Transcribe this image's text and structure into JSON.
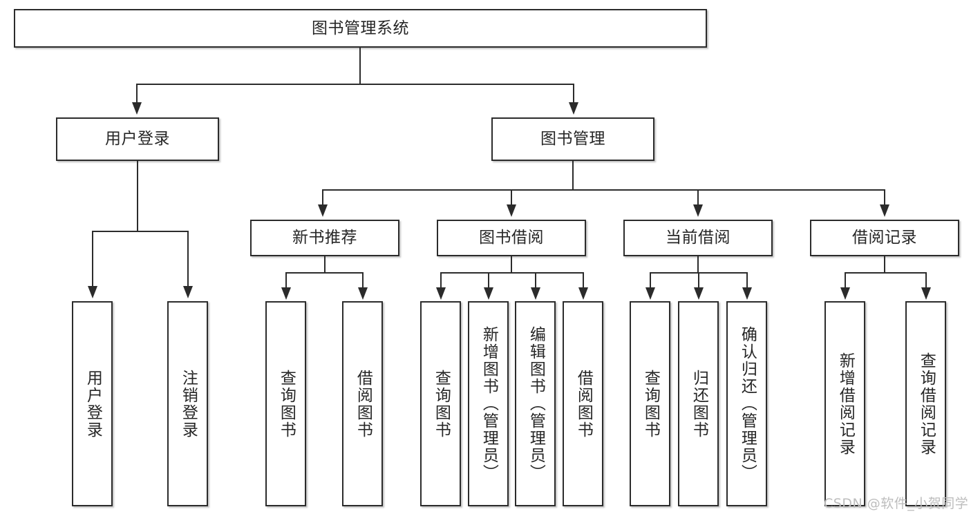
{
  "diagram": {
    "title": "图书管理系统",
    "type": "hierarchy-tree",
    "root": {
      "id": "root",
      "label": "图书管理系统"
    },
    "level2": [
      {
        "id": "user-login",
        "label": "用户登录"
      },
      {
        "id": "book-management",
        "label": "图书管理"
      }
    ],
    "level3": [
      {
        "id": "new-book-recommend",
        "label": "新书推荐"
      },
      {
        "id": "book-borrow",
        "label": "图书借阅"
      },
      {
        "id": "current-borrow",
        "label": "当前借阅"
      },
      {
        "id": "borrow-record",
        "label": "借阅记录"
      }
    ],
    "leaves": {
      "user_login": [
        {
          "id": "leaf-user-login",
          "label": "用户登录"
        },
        {
          "id": "leaf-logout-login",
          "label": "注销登录"
        }
      ],
      "new_book_recommend": [
        {
          "id": "leaf-query-book-1",
          "label": "查询图书"
        },
        {
          "id": "leaf-borrow-book-1",
          "label": "借阅图书"
        }
      ],
      "book_borrow": [
        {
          "id": "leaf-query-book-2",
          "label": "查询图书"
        },
        {
          "id": "leaf-add-book",
          "label": "新增图书（管理员）"
        },
        {
          "id": "leaf-edit-book",
          "label": "编辑图书（管理员）"
        },
        {
          "id": "leaf-borrow-book-2",
          "label": "借阅图书"
        }
      ],
      "current_borrow": [
        {
          "id": "leaf-query-book-3",
          "label": "查询图书"
        },
        {
          "id": "leaf-return-book",
          "label": "归还图书"
        },
        {
          "id": "leaf-confirm-return",
          "label": "确认归还（管理员）"
        }
      ],
      "borrow_record": [
        {
          "id": "leaf-add-record",
          "label": "新增借阅记录"
        },
        {
          "id": "leaf-query-record",
          "label": "查询借阅记录"
        }
      ]
    }
  },
  "watermark": {
    "text": "CSDN @软件_小贺同学"
  },
  "colors": {
    "border": "#2b2b2b",
    "text": "#262626",
    "background": "#ffffff",
    "watermark": "#bdbdbd"
  }
}
